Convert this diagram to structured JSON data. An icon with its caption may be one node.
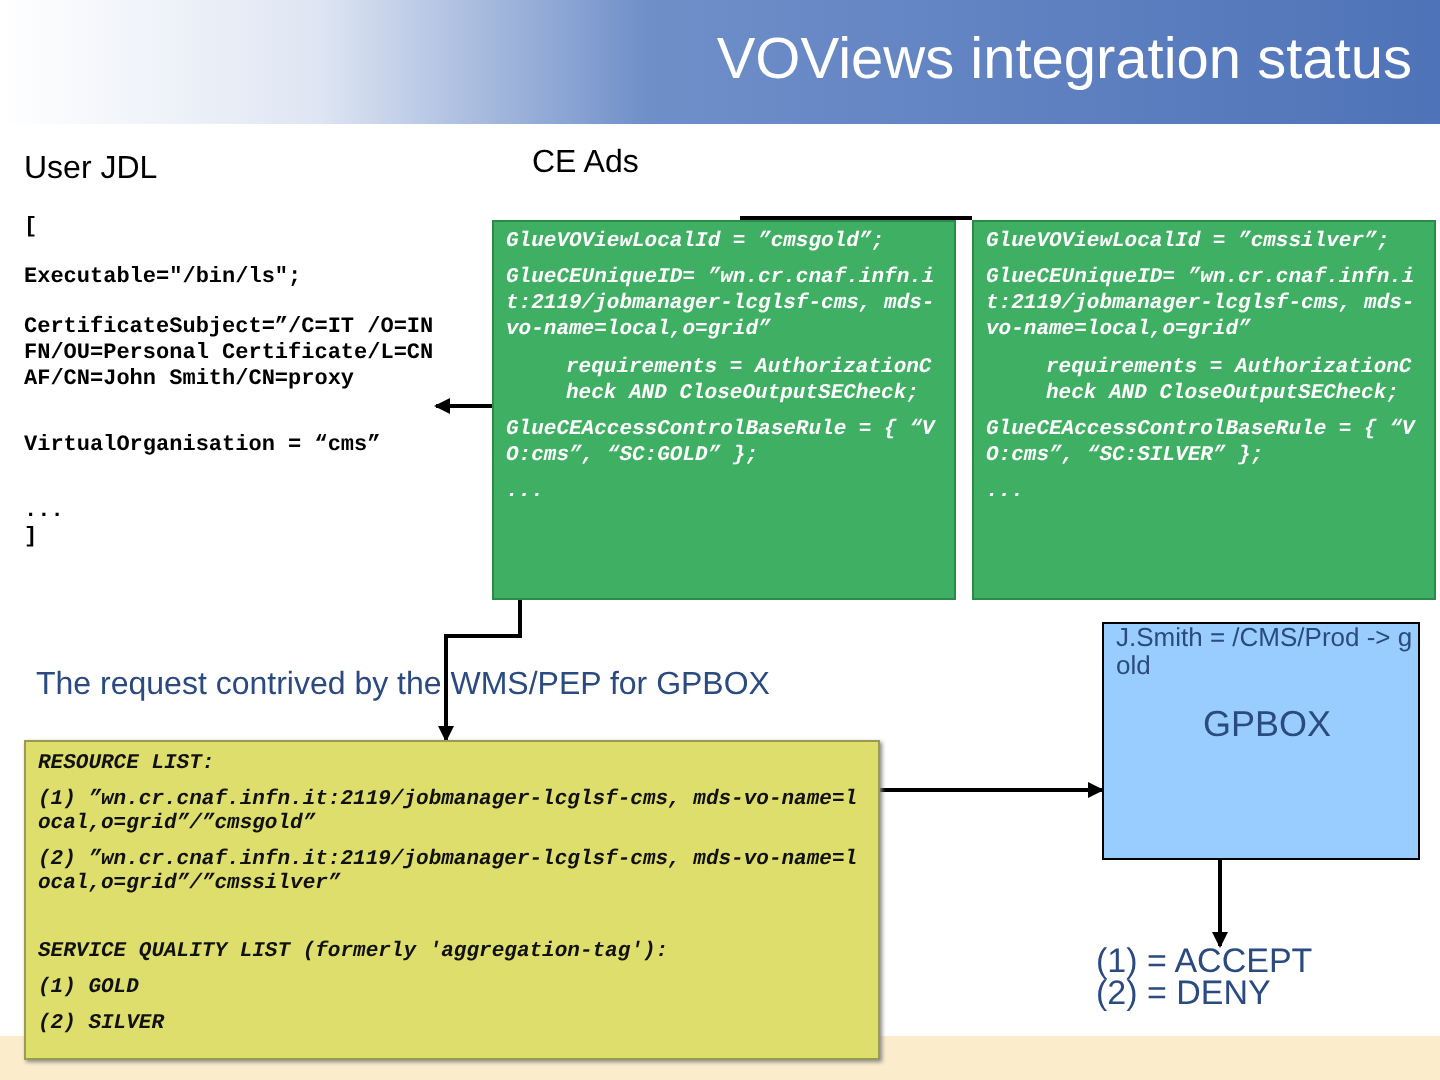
{
  "diagram": {
    "title": "VOViews integration status",
    "nodes": [
      {
        "text": [
          "[",
          "Executable=\"/bin/ls\";",
          "CertificateSubject=”/C=IT /O=INFN/OU=Personal Certificate/L=CNAF/CN=John Smith/CN=proxy",
          "VirtualOrganisation = “cms”",
          "...",
          "]"
        ]
      },
      {
        "text": [
          "GlueVOViewLocalId = ”cmsgold”;",
          "GlueCEUniqueID= ”wn.cr.cnaf.infn.it:2119/jobmanager-lcglsf-cms, mds-vo-name=local,o=grid”",
          "requirements = AuthorizationCheck AND CloseOutputSECheck;",
          "GlueCEAccessControlBaseRule = { “VO:cms”, “SC:GOLD” };",
          "..."
        ]
      },
      {
        "text": [
          "GlueVOViewLocalId = ”cmssilver”;",
          "GlueCEUniqueID= ”wn.cr.cnaf.infn.it:2119/jobmanager-lcglsf-cms, mds-vo-name=local,o=grid”",
          "requirements = AuthorizationCheck AND CloseOutputSECheck;",
          "GlueCEAccessControlBaseRule = { “VO:cms”, “SC:SILVER” };",
          "..."
        ]
      },
      {
        "text": [
          "RESOURCE LIST:",
          "(1) ”wn.cr.cnaf.infn.it:2119/jobmanager-lcglsf-cms, mds-vo-name=local,o=grid”/”cmsgold”",
          "(2) ”wn.cr.cnaf.infn.it:2119/jobmanager-lcglsf-cms, mds-vo-name=local,o=grid”/”cmssilver”",
          "SERVICE QUALITY LIST (formerly 'aggregation-tag'):",
          "(1) GOLD",
          "(2) SILVER"
        ]
      },
      {
        "text": [
          "J.Smith = /CMS/Prod -> gold",
          "GPBOX"
        ]
      },
      {
        "text": [
          "(1) = ACCEPT",
          "(2) = DENY"
        ]
      }
    ],
    "edges": [
      {
        "from": 1,
        "to": 0,
        "arrow": "to"
      },
      {
        "from": 1,
        "to": 3,
        "arrow": "to"
      },
      {
        "from": 1,
        "to": 2,
        "arrow": "none"
      },
      {
        "from": 3,
        "to": 4,
        "arrow": "to"
      },
      {
        "from": 4,
        "to": 5,
        "arrow": "to"
      }
    ],
    "labels": [
      "User JDL",
      "CE Ads",
      "The request contrived by the WMS/PEP for GPBOX"
    ]
  }
}
